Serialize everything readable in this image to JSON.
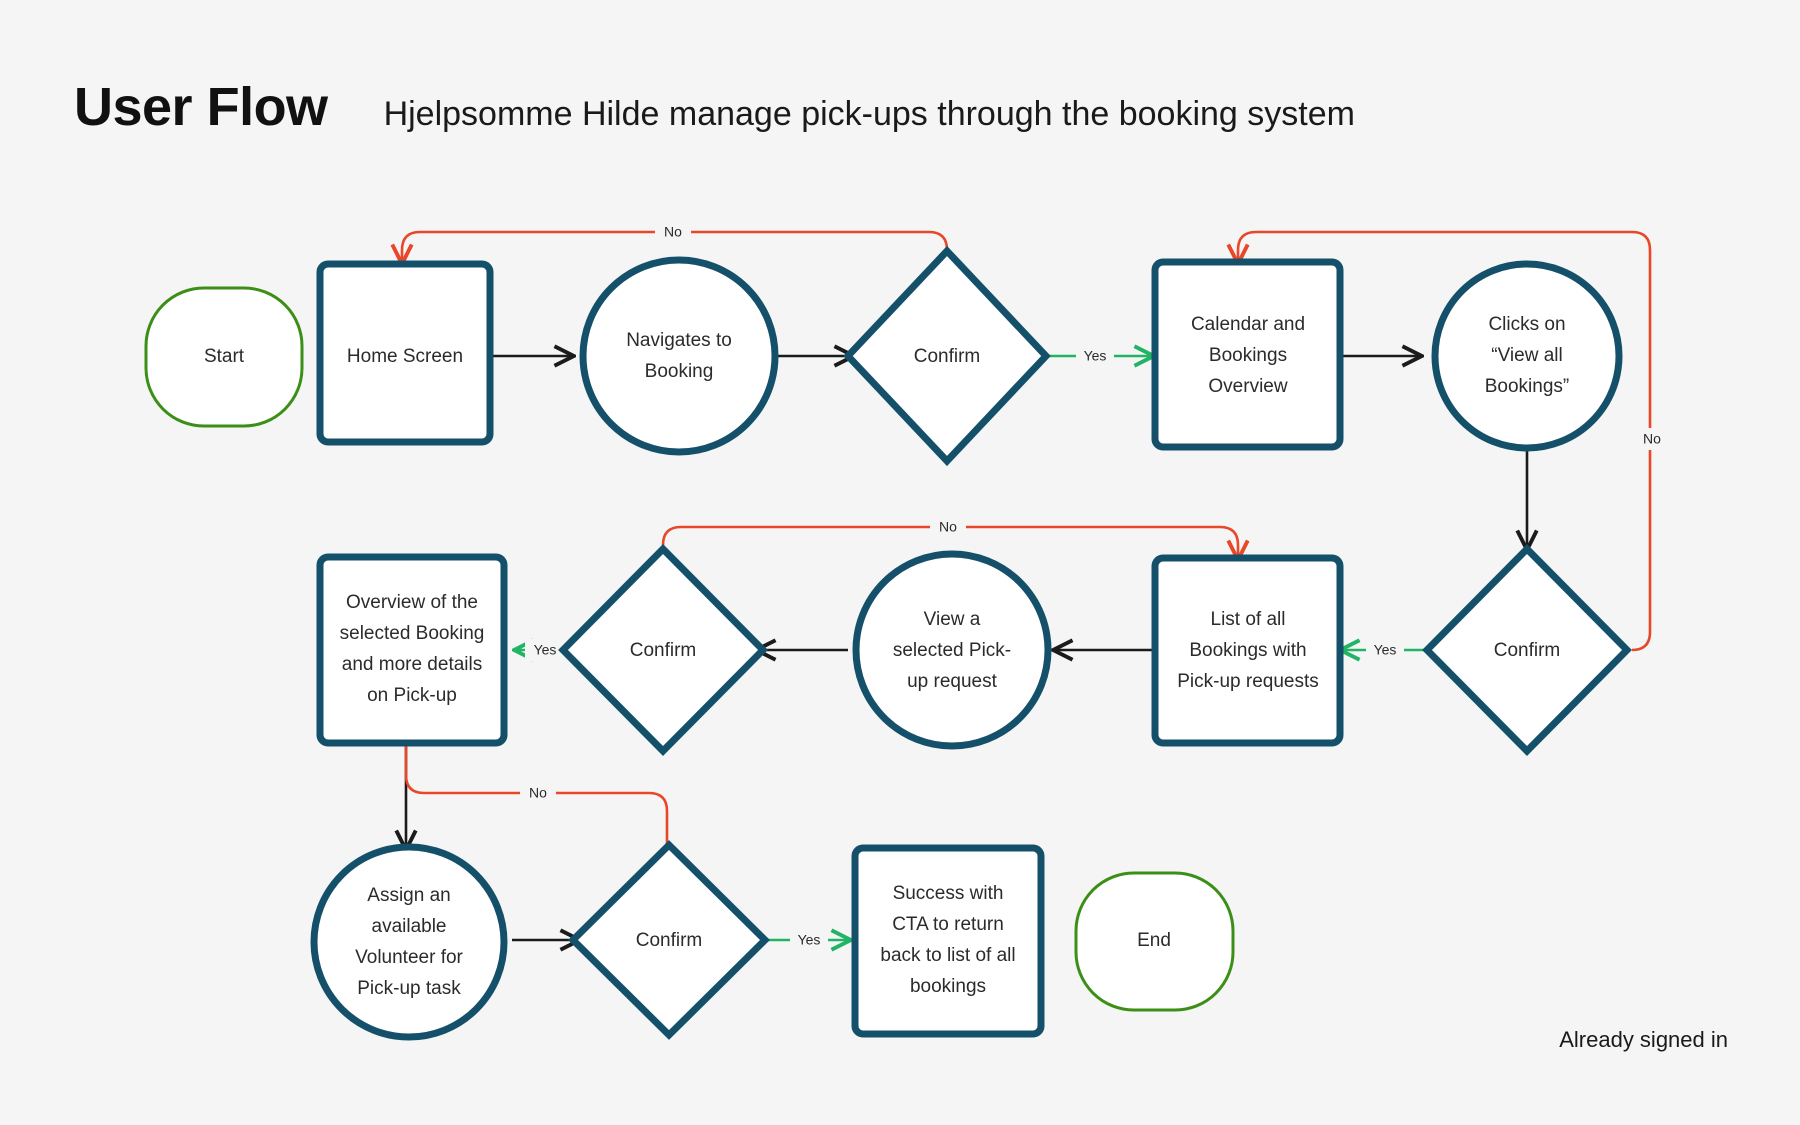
{
  "header": {
    "title": "User Flow",
    "subtitle": "Hjelpsomme Hilde manage pick-ups through the booking system"
  },
  "footnote": "Already signed in",
  "colors": {
    "background": "#f4f5f4",
    "node_border": "#15506a",
    "terminal_border": "#3c8f16",
    "edge_default": "#1b1b1b",
    "edge_yes": "#20b464",
    "edge_no": "#e8472a",
    "text": "#2b2b2b"
  },
  "chart_data": {
    "type": "diagram",
    "title": "User Flow",
    "nodes": [
      {
        "id": "start",
        "shape": "terminal",
        "label": "Start"
      },
      {
        "id": "home",
        "shape": "box",
        "label": "Home Screen"
      },
      {
        "id": "navigate",
        "shape": "circle",
        "label": "Navigates to Booking"
      },
      {
        "id": "confirm1",
        "shape": "diamond",
        "label": "Confirm"
      },
      {
        "id": "calendar",
        "shape": "box",
        "label": "Calendar and Bookings Overview"
      },
      {
        "id": "viewall",
        "shape": "circle",
        "label": "Clicks on “View all Bookings”"
      },
      {
        "id": "confirm2",
        "shape": "diamond",
        "label": "Confirm"
      },
      {
        "id": "listall",
        "shape": "box",
        "label": "List of all Bookings with Pick-up requests"
      },
      {
        "id": "viewpickup",
        "shape": "circle",
        "label": "View a selected Pick-up request"
      },
      {
        "id": "confirm3",
        "shape": "diamond",
        "label": "Confirm"
      },
      {
        "id": "overview",
        "shape": "box",
        "label": "Overview of the selected Booking and more details on Pick-up"
      },
      {
        "id": "assign",
        "shape": "circle",
        "label": "Assign an available Volunteer for Pick-up task"
      },
      {
        "id": "confirm4",
        "shape": "diamond",
        "label": "Confirm"
      },
      {
        "id": "success",
        "shape": "box",
        "label": "Success with CTA to return back to list of all bookings"
      },
      {
        "id": "end",
        "shape": "terminal",
        "label": "End"
      }
    ],
    "node_lines": {
      "start": [
        "Start"
      ],
      "home": [
        "Home Screen"
      ],
      "navigate": [
        "Navigates to",
        "Booking"
      ],
      "confirm1": [
        "Confirm"
      ],
      "calendar": [
        "Calendar and",
        "Bookings",
        "Overview"
      ],
      "viewall": [
        "Clicks on",
        "“View all",
        "Bookings”"
      ],
      "confirm2": [
        "Confirm"
      ],
      "listall": [
        "List of all",
        "Bookings with",
        "Pick-up requests"
      ],
      "viewpickup": [
        "View a",
        "selected Pick-",
        "up request"
      ],
      "confirm3": [
        "Confirm"
      ],
      "overview": [
        "Overview of the",
        "selected Booking",
        "and more details",
        "on Pick-up"
      ],
      "assign": [
        "Assign an",
        "available",
        "Volunteer for",
        "Pick-up task"
      ],
      "confirm4": [
        "Confirm"
      ],
      "success": [
        "Success with",
        "CTA to return",
        "back to list of all",
        "bookings"
      ],
      "end": [
        "End"
      ]
    },
    "edges": [
      {
        "from": "home",
        "to": "navigate",
        "label": "",
        "type": "default"
      },
      {
        "from": "navigate",
        "to": "confirm1",
        "label": "",
        "type": "default"
      },
      {
        "from": "confirm1",
        "to": "calendar",
        "label": "Yes",
        "type": "yes"
      },
      {
        "from": "confirm1",
        "to": "home",
        "label": "No",
        "type": "no"
      },
      {
        "from": "calendar",
        "to": "viewall",
        "label": "",
        "type": "default"
      },
      {
        "from": "viewall",
        "to": "confirm2",
        "label": "",
        "type": "default"
      },
      {
        "from": "confirm2",
        "to": "listall",
        "label": "Yes",
        "type": "yes"
      },
      {
        "from": "confirm2",
        "to": "calendar",
        "label": "No",
        "type": "no"
      },
      {
        "from": "listall",
        "to": "viewpickup",
        "label": "",
        "type": "default"
      },
      {
        "from": "viewpickup",
        "to": "confirm3",
        "label": "",
        "type": "default"
      },
      {
        "from": "confirm3",
        "to": "overview",
        "label": "Yes",
        "type": "yes"
      },
      {
        "from": "confirm3",
        "to": "listall",
        "label": "No",
        "type": "no"
      },
      {
        "from": "overview",
        "to": "assign",
        "label": "",
        "type": "default"
      },
      {
        "from": "overview",
        "to": "confirm4",
        "label": "No",
        "type": "no"
      },
      {
        "from": "assign",
        "to": "confirm4",
        "label": "",
        "type": "default"
      },
      {
        "from": "confirm4",
        "to": "success",
        "label": "Yes",
        "type": "yes"
      }
    ],
    "edge_labels": [
      "No",
      "Yes",
      "No",
      "No",
      "Yes",
      "Yes",
      "No",
      "Yes"
    ]
  }
}
